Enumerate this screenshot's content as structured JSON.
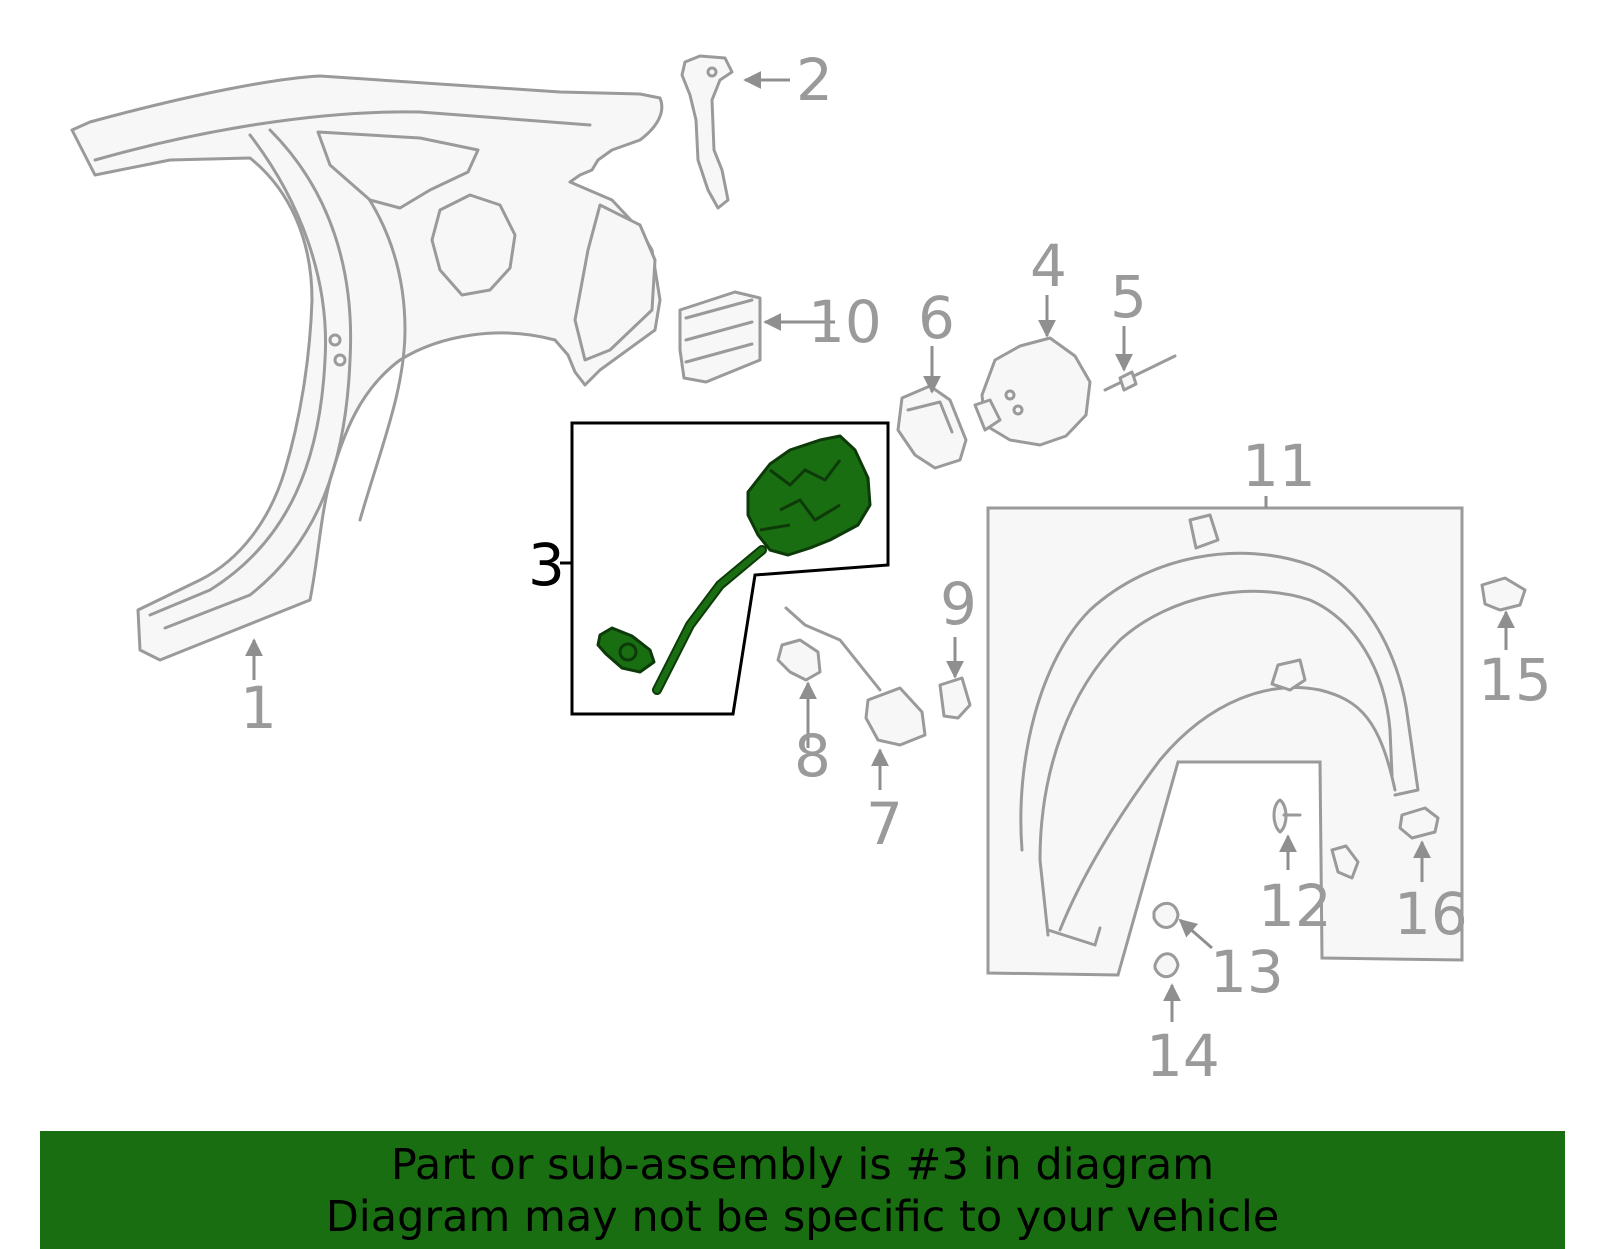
{
  "colors": {
    "highlight": "#1a6e12",
    "part_stroke": "#9a9a9a",
    "callout_text": "#9a9a9a",
    "banner_bg": "#1a6e12"
  },
  "callouts": {
    "c1": "1",
    "c2": "2",
    "c3": "3",
    "c4": "4",
    "c5": "5",
    "c6": "6",
    "c7": "7",
    "c8": "8",
    "c9": "9",
    "c10": "10",
    "c11": "11",
    "c12": "12",
    "c13": "13",
    "c14": "14",
    "c15": "15",
    "c16": "16"
  },
  "highlighted_part": "3",
  "banner": {
    "line1": "Part or sub-assembly is #3 in diagram",
    "line2": "Diagram may not be specific to your vehicle"
  }
}
